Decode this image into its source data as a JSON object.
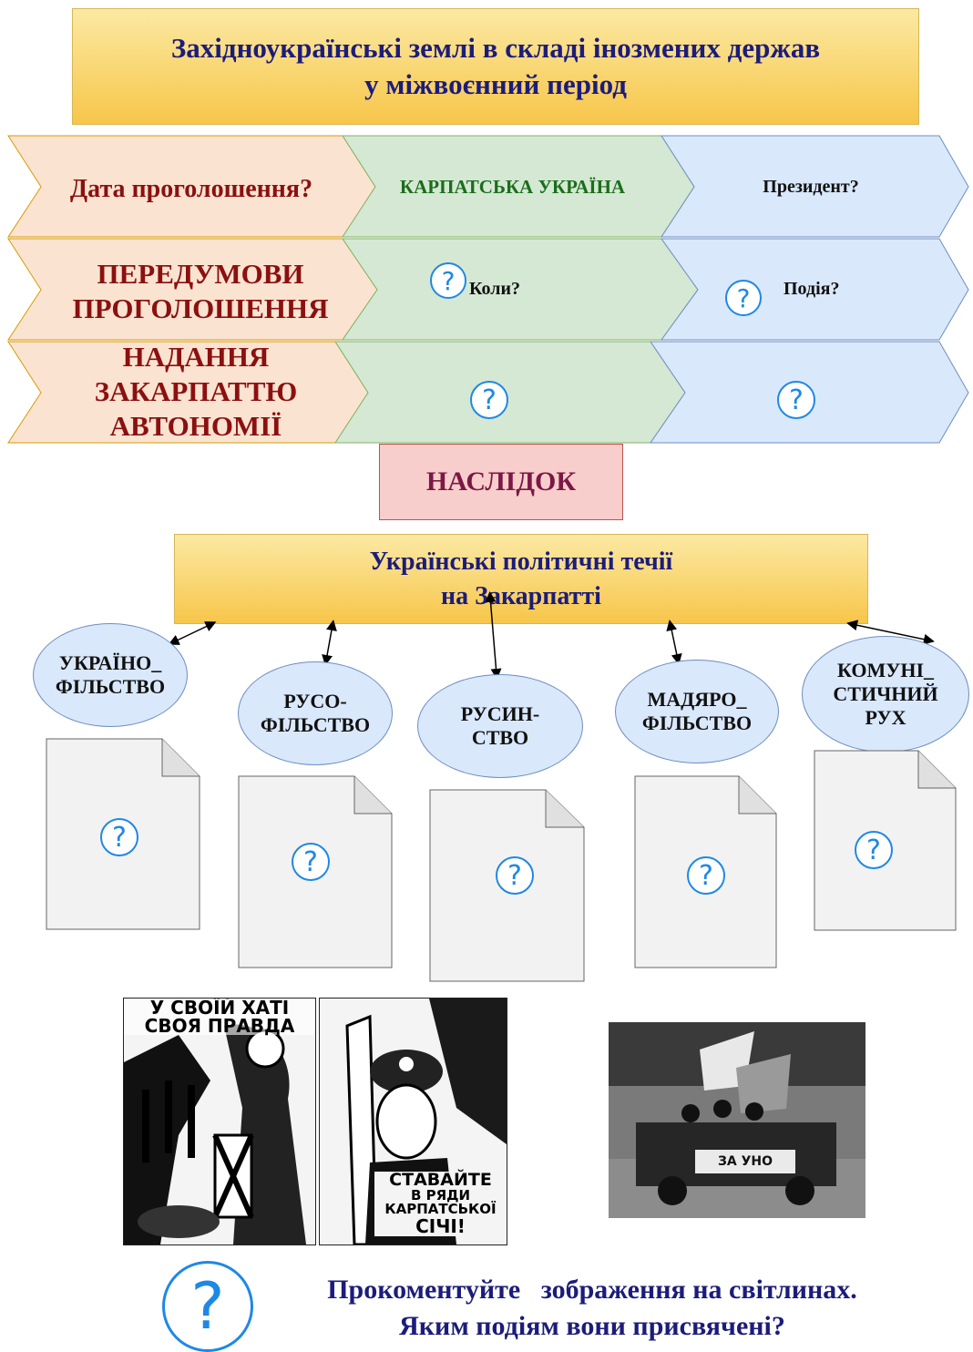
{
  "header": {
    "title_line1": "Західноукраїнські землі в складі інозмених держав",
    "title_line2": "у міжвоєнний період"
  },
  "grid": {
    "row1": {
      "left": "Дата проголошення?",
      "middle": "КАРПАТСЬКА УКРАЇНА",
      "right": "Президент?"
    },
    "row2": {
      "left_line1": "ПЕРЕДУМОВИ",
      "left_line2": "ПРОГОЛОШЕННЯ",
      "middle": "Коли?",
      "right": "Подія?"
    },
    "row3": {
      "left_line1": "НАДАННЯ",
      "left_line2": "ЗАКАРПАТТЮ",
      "left_line3": "АВТОНОМІЇ"
    }
  },
  "result_box": {
    "label": "НАСЛІДОК"
  },
  "currents_box": {
    "line1": "Українські політичні течії",
    "line2": "на Закарпатті"
  },
  "currents": [
    {
      "line1": "УКРАЇНО_",
      "line2": "ФІЛЬСТВО",
      "line3": ""
    },
    {
      "line1": "РУСО-",
      "line2": "ФІЛЬСТВО",
      "line3": ""
    },
    {
      "line1": "РУСИН-",
      "line2": "СТВО",
      "line3": ""
    },
    {
      "line1": "МАДЯРО_",
      "line2": "ФІЛЬСТВО",
      "line3": ""
    },
    {
      "line1": "КОМУНІ_",
      "line2": "СТИЧНИЙ",
      "line3": "РУХ"
    }
  ],
  "question_mark": "?",
  "poster_texts": {
    "left_top_line1": "У СВОЇЙ ХАТІ",
    "left_top_line2": "СВОЯ ПРАВДА",
    "right_bottom_line1": "СТАВАЙТЕ",
    "right_bottom_line2": "В РЯДИ",
    "right_bottom_line3": "КАРПАТСЬКОЇ",
    "right_bottom_line4": "СІЧІ!",
    "banner": "ЗА УНО"
  },
  "footer": {
    "line1": "Прокоментуйте   зображення на світлинах.",
    "line2": "Яким подіям вони присвячені?"
  },
  "colors": {
    "orange_fill": "#fbe3d1",
    "green_fill": "#d5e8d4",
    "blue_fill": "#dae8fc",
    "dark_red_text": "#8b1010",
    "green_text": "#1b6e1b",
    "navy_text": "#1c1c7a",
    "question_blue": "#1e88e5"
  }
}
